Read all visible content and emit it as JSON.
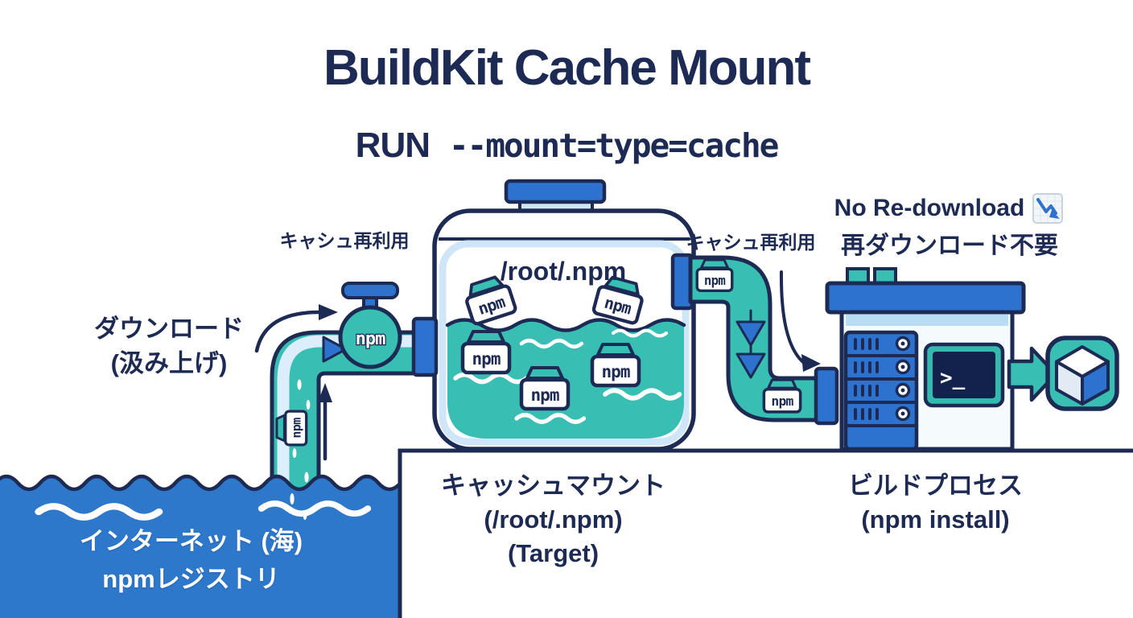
{
  "title": "BuildKit Cache Mount",
  "subtitle": {
    "keyword": "RUN",
    "flag": "--mount=type=cache"
  },
  "labels": {
    "download": "ダウンロード",
    "download_sub": "(汲み上げ)",
    "cache_reuse_left": "キャシュ再利用",
    "cache_reuse_right": "キャシュ再利用",
    "no_redownload": "No Re-download",
    "no_redownload_ja": "再ダウンロード不要",
    "npm": "npm",
    "tank_path": "/root/.npm"
  },
  "cache_mount_caption": {
    "line1": "キャッシュマウント",
    "line2": "(/root/.npm)",
    "line3": "(Target)"
  },
  "build_process_caption": {
    "line1": "ビルドプロセス",
    "line2": "(npm install)"
  },
  "ocean_caption": {
    "line1": "インターネット (海)",
    "line2": "npmレジストリ"
  },
  "terminal": {
    "prompt": ">_"
  },
  "colors": {
    "navy_outline": "#1d2a54",
    "teal": "#38beb2",
    "blue": "#2e72cf",
    "ocean_blue": "#2e78cc",
    "light_blue": "#cfe6f8",
    "screen_navy": "#13224d"
  }
}
